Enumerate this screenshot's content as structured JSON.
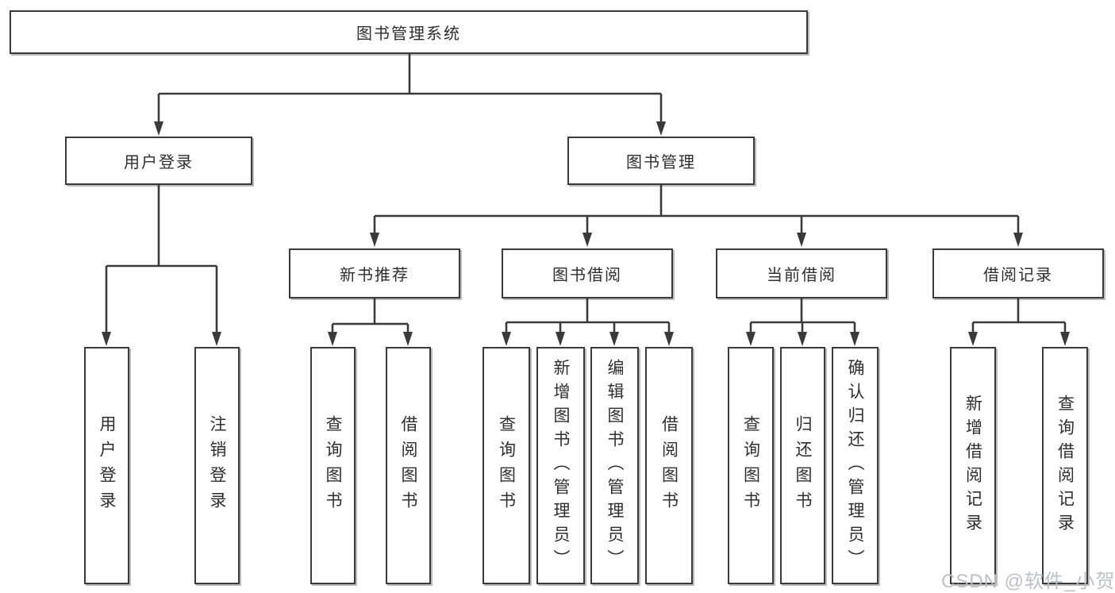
{
  "diagram": {
    "root": {
      "label": "图书管理系统"
    },
    "branches": [
      {
        "label": "用户登录",
        "children": [
          {
            "label": "用户登录"
          },
          {
            "label": "注销登录"
          }
        ]
      },
      {
        "label": "图书管理",
        "children": [
          {
            "label": "新书推荐",
            "children": [
              {
                "label": "查询图书"
              },
              {
                "label": "借阅图书"
              }
            ]
          },
          {
            "label": "图书借阅",
            "children": [
              {
                "label": "查询图书"
              },
              {
                "label": "新增图书（管理员）"
              },
              {
                "label": "编辑图书（管理员）"
              },
              {
                "label": "借阅图书"
              }
            ]
          },
          {
            "label": "当前借阅",
            "children": [
              {
                "label": "查询图书"
              },
              {
                "label": "归还图书"
              },
              {
                "label": "确认归还（管理员）"
              }
            ]
          },
          {
            "label": "借阅记录",
            "children": [
              {
                "label": "新增借阅记录"
              },
              {
                "label": "查询借阅记录"
              }
            ]
          }
        ]
      }
    ]
  },
  "watermark": {
    "text": "CSDN @软件_小贺同学",
    "color": "#b9bdc6"
  },
  "colors": {
    "line": "#3a3a3a",
    "background": "#ffffff"
  }
}
